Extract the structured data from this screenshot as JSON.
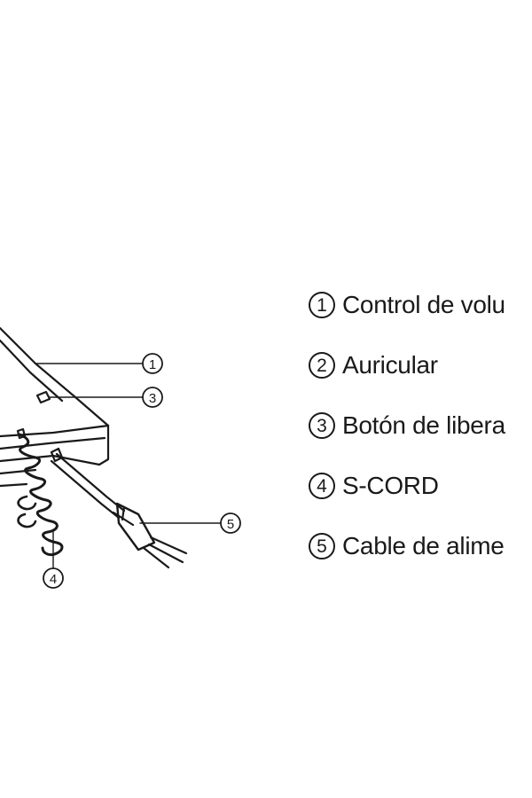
{
  "legend": {
    "items": [
      {
        "number": "1",
        "label": "Control de volu"
      },
      {
        "number": "2",
        "label": "Auricular"
      },
      {
        "number": "3",
        "label": "Botón de libera"
      },
      {
        "number": "4",
        "label": "S-CORD"
      },
      {
        "number": "5",
        "label": "Cable de alime"
      }
    ]
  },
  "callouts": {
    "c1": "1",
    "c3": "3",
    "c4": "4",
    "c5": "5"
  },
  "colors": {
    "ink": "#1a1a1a",
    "background": "#ffffff"
  }
}
